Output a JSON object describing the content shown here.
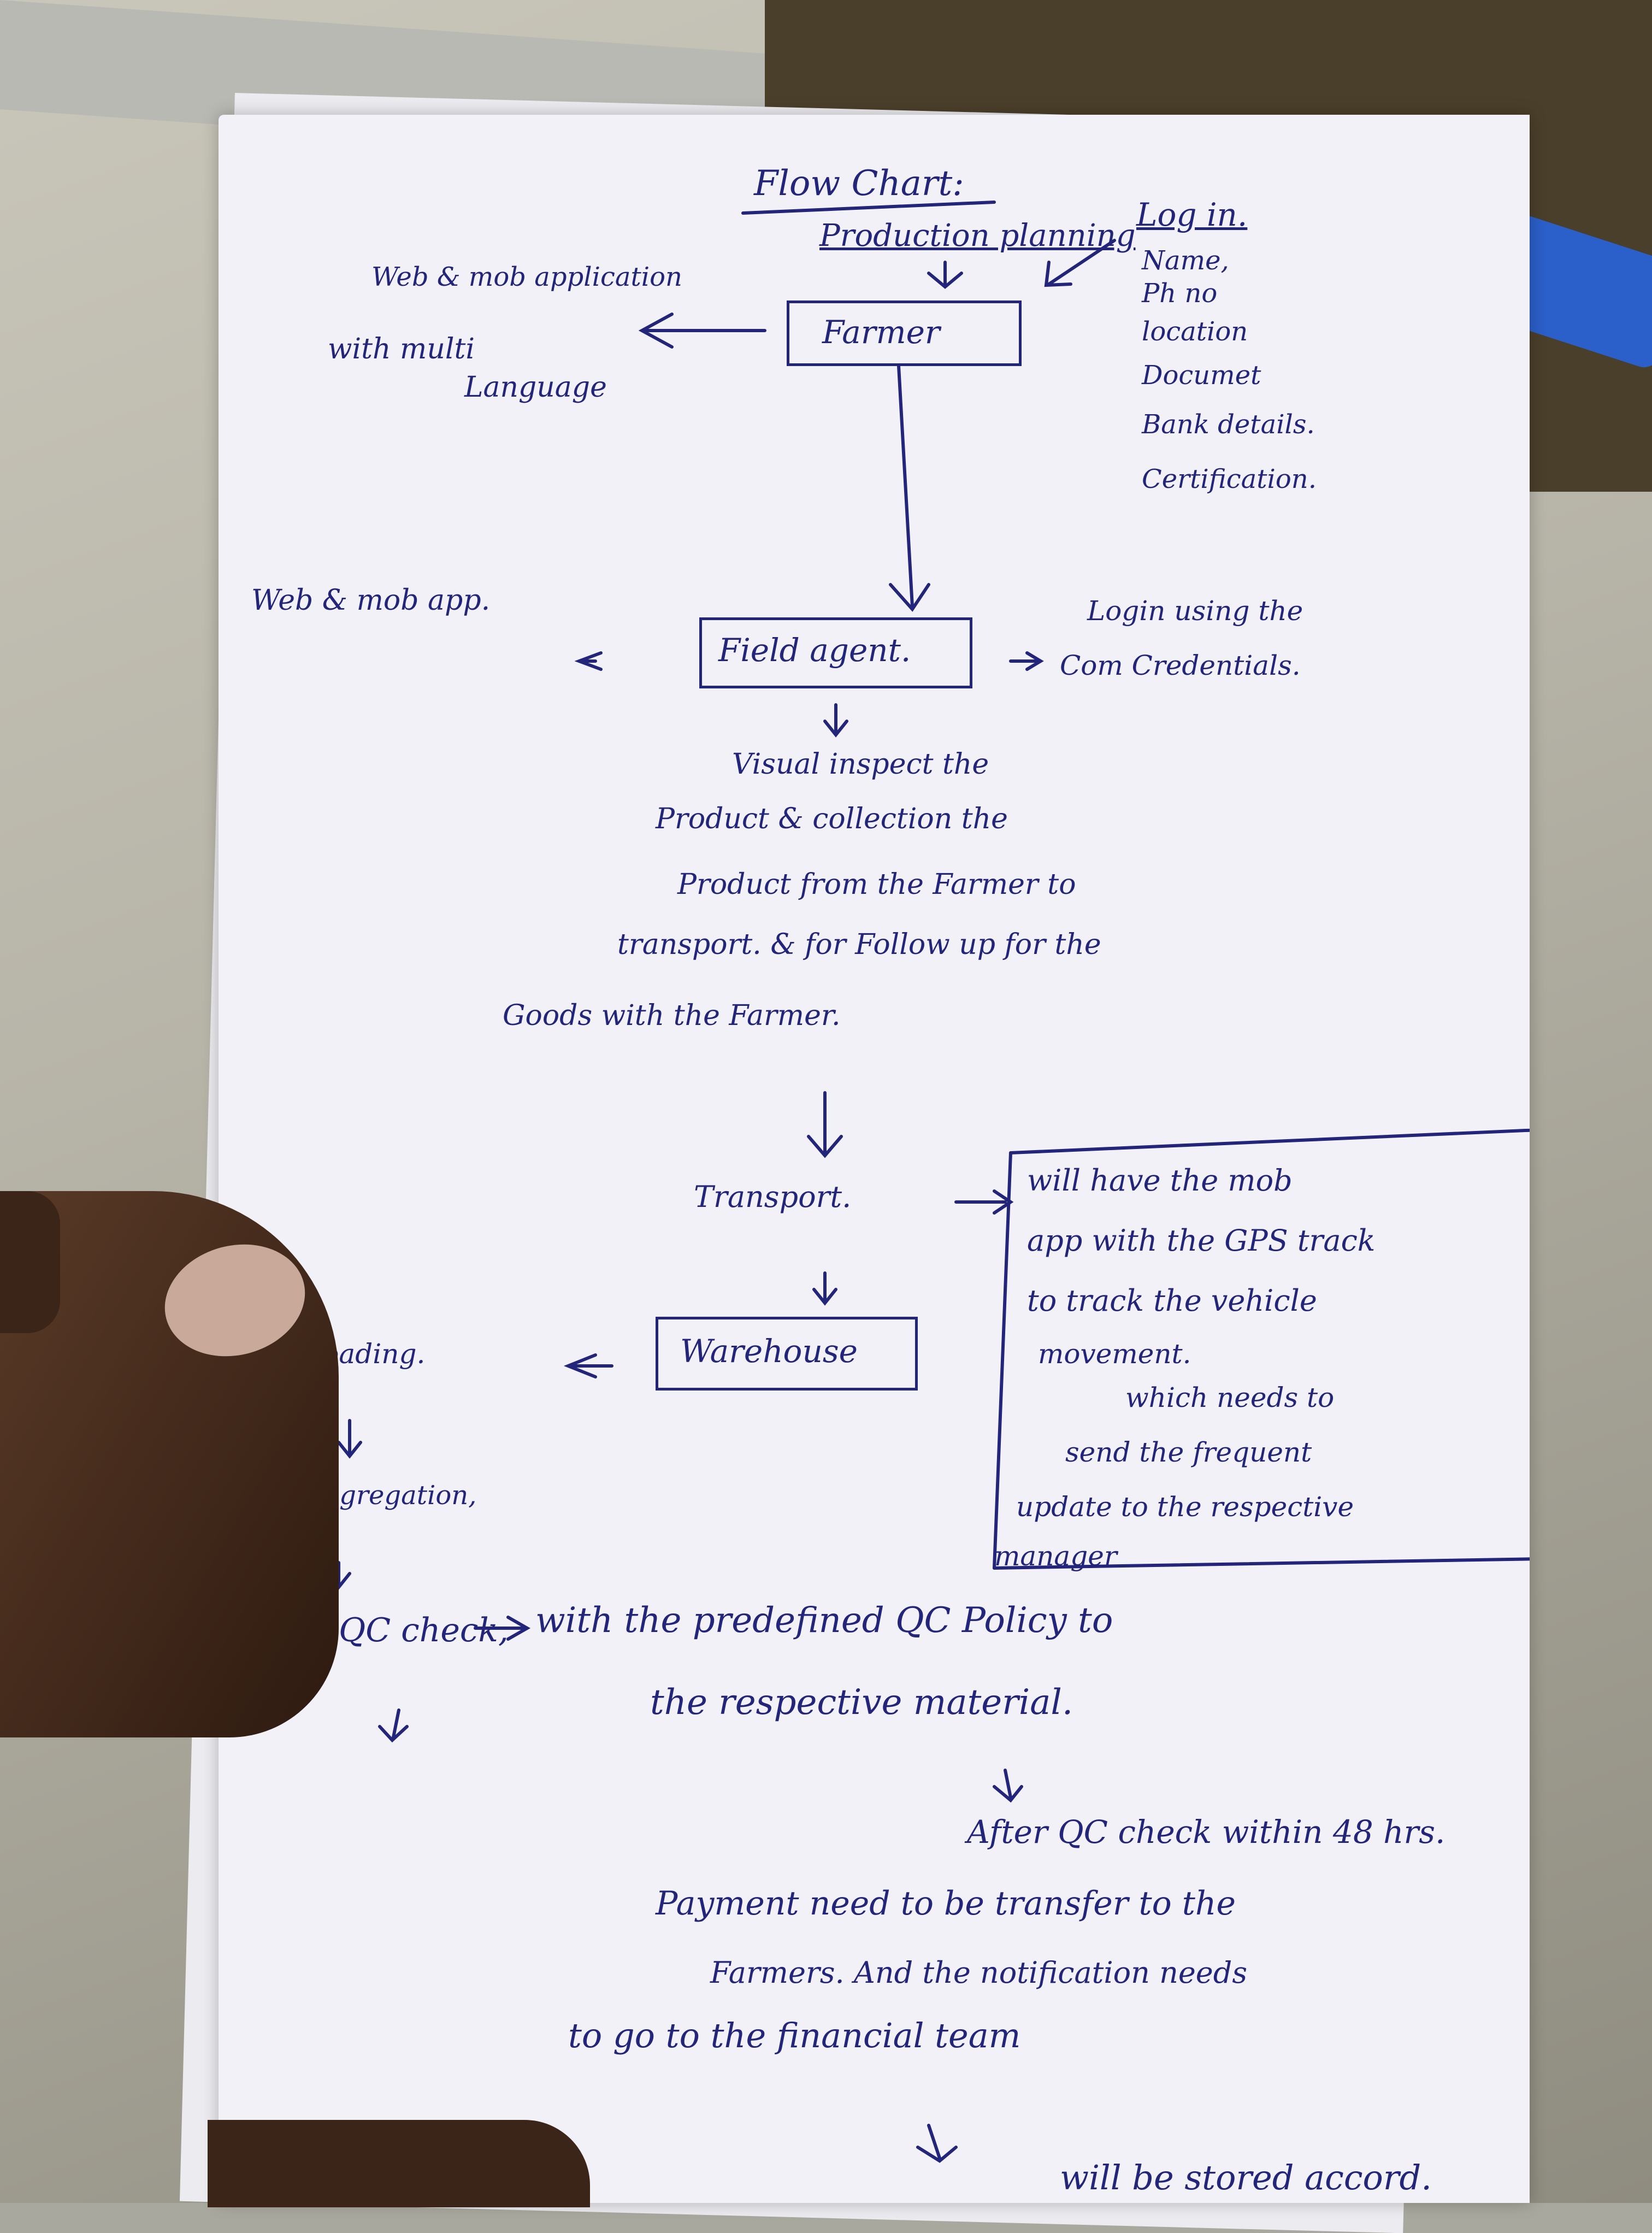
{
  "title": {
    "line1": "Flow Chart:",
    "line2": "Production planning"
  },
  "farmer": {
    "box_label": "Farmer",
    "left_note_1": "Web & mob application",
    "left_note_2": "with multi",
    "left_note_3": "Language",
    "login_heading": "Log in.",
    "login_fields": [
      "Name,",
      "Ph no",
      "location",
      "Documet",
      "Bank details.",
      "Certification."
    ]
  },
  "field_agent": {
    "box_label": "Field agent.",
    "left_note": "Web & mob app.",
    "right_note_1": "Login using the",
    "right_note_2": "Com Credentials."
  },
  "inspection_note": [
    "Visual inspect the",
    "Product & collection the",
    "Product from the Farmer to",
    "transport. & for Follow up for the",
    "Goods with the Farmer."
  ],
  "transport": {
    "label": "Transport.",
    "note": [
      "will have the mob",
      "app with the GPS track",
      "to track the vehicle",
      "movement.",
      "which needs to",
      "send the frequent",
      "update to the respective",
      "manager"
    ]
  },
  "warehouse": {
    "box_label": "Warehouse",
    "unloading": "Unloading."
  },
  "segregation": "Segregation,",
  "qc": {
    "label": "QC check,",
    "note_1": "with the predefined QC Policy to",
    "note_2": "the respective material."
  },
  "payment": {
    "line1": "After QC check within 48 hrs.",
    "line2": "Payment need to be transfer to the",
    "line3": "Farmers. And the notification needs",
    "line4": "to go to the financial team",
    "line5": "will be stored accord."
  }
}
